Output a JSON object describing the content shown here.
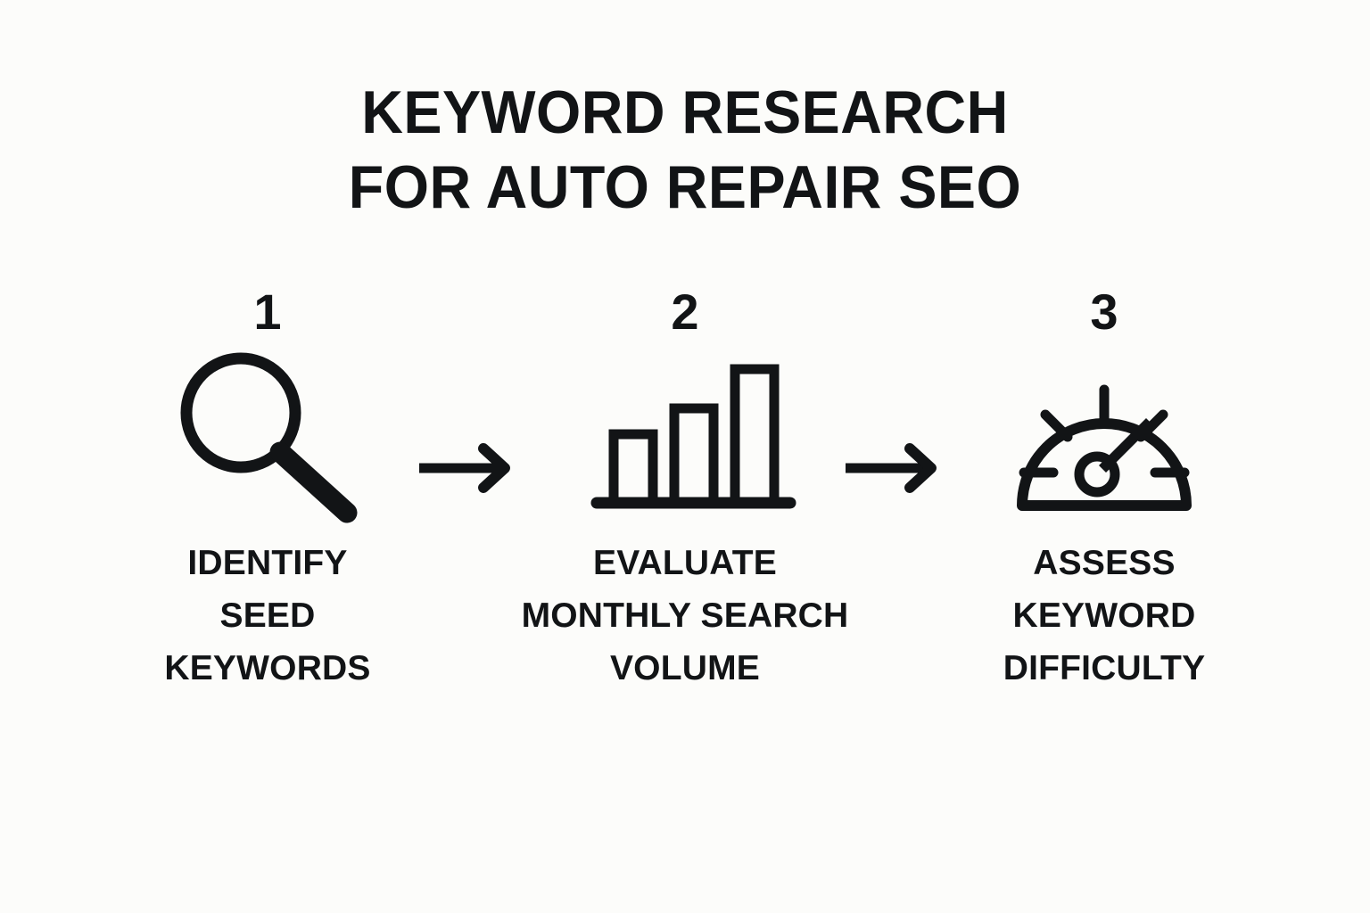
{
  "page": {
    "background_color": "#fcfcfa",
    "ink_color": "#121416"
  },
  "title": {
    "line1": "KEYWORD RESEARCH",
    "line2": "FOR AUTO REPAIR SEO"
  },
  "steps": [
    {
      "number": "1",
      "icon": "magnifying-glass-icon",
      "label_lines": [
        "IDENTIFY",
        "SEED",
        "KEYWORDS"
      ]
    },
    {
      "number": "2",
      "icon": "bar-chart-icon",
      "label_lines": [
        "EVALUATE",
        "MONTHLY SEARCH",
        "VOLUME"
      ]
    },
    {
      "number": "3",
      "icon": "gauge-icon",
      "label_lines": [
        "ASSESS",
        "KEYWORD",
        "DIFFICULTY"
      ]
    }
  ],
  "connectors": [
    {
      "icon": "arrow-right-icon"
    },
    {
      "icon": "arrow-right-icon"
    }
  ]
}
